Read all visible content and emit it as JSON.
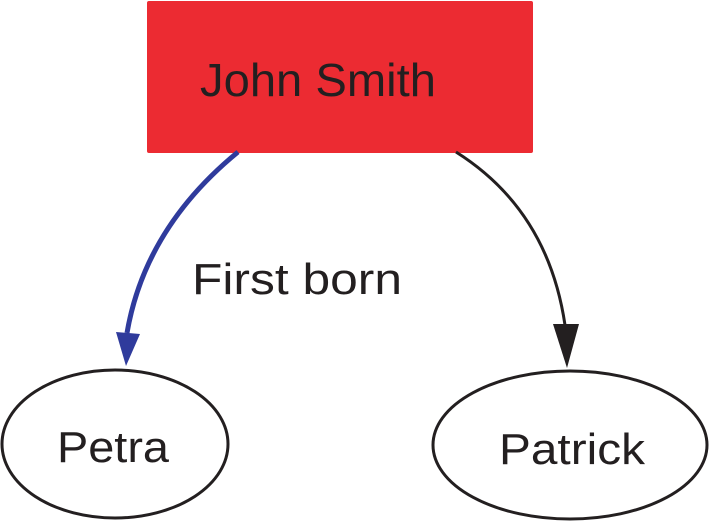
{
  "nodes": {
    "root": {
      "label": "John Smith",
      "fill": "#ec2b32"
    },
    "left": {
      "label": "Petra"
    },
    "right": {
      "label": "Patrick"
    }
  },
  "edges": {
    "left": {
      "label": "First born",
      "color": "#2f3b9c"
    },
    "right": {
      "label": "",
      "color": "#231f20"
    }
  }
}
